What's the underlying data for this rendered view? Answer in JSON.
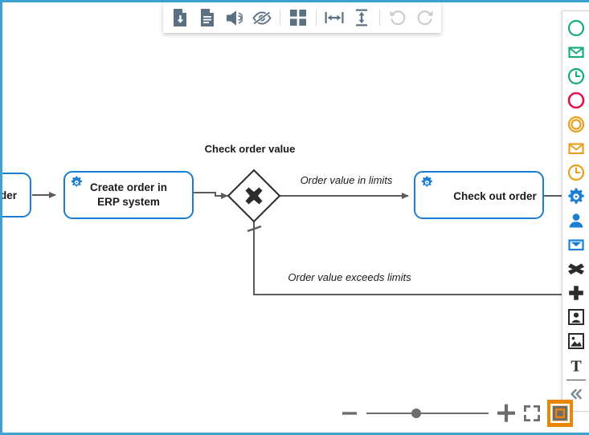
{
  "app": {
    "title": "BPMN Diagram Editor",
    "accent_blue": "#3da1d4",
    "highlight_orange": "#eb8605"
  },
  "toolbar": {
    "buttons": [
      {
        "name": "download-icon",
        "label": "Download",
        "disabled": false
      },
      {
        "name": "document-icon",
        "label": "Document",
        "disabled": false
      },
      {
        "name": "share-icon",
        "label": "Share",
        "disabled": false
      },
      {
        "name": "hide-icon",
        "label": "Hide",
        "disabled": false
      },
      {
        "name": "grid-icon",
        "label": "Grid",
        "disabled": false
      },
      {
        "name": "align-horizontal-icon",
        "label": "Align horizontally",
        "disabled": false
      },
      {
        "name": "align-vertical-icon",
        "label": "Align vertically",
        "disabled": false
      },
      {
        "name": "undo-icon",
        "label": "Undo",
        "disabled": true
      },
      {
        "name": "redo-icon",
        "label": "Redo",
        "disabled": true
      }
    ]
  },
  "palette": {
    "items": [
      {
        "name": "start-event-none-icon",
        "label": "Start event",
        "color": "#14ad7e"
      },
      {
        "name": "start-event-message-icon",
        "label": "Message start event",
        "color": "#14ad7e"
      },
      {
        "name": "start-event-timer-icon",
        "label": "Timer start event",
        "color": "#14ad7e"
      },
      {
        "name": "end-event-none-icon",
        "label": "End event",
        "color": "#e8104a"
      },
      {
        "name": "intermediate-event-icon",
        "label": "Intermediate event",
        "color": "#e8a01e"
      },
      {
        "name": "intermediate-message-icon",
        "label": "Message intermediate event",
        "color": "#e8a01e"
      },
      {
        "name": "intermediate-timer-icon",
        "label": "Timer intermediate event",
        "color": "#e8a01e"
      },
      {
        "name": "service-task-icon",
        "label": "Service task",
        "color": "#1a7fd4"
      },
      {
        "name": "user-task-icon",
        "label": "User task",
        "color": "#1a7fd4"
      },
      {
        "name": "message-task-icon",
        "label": "Message task",
        "color": "#1a7fd4"
      },
      {
        "name": "exclusive-gateway-icon",
        "label": "Exclusive gateway",
        "color": "#2b2b2b"
      },
      {
        "name": "parallel-gateway-icon",
        "label": "Parallel gateway",
        "color": "#2b2b2b"
      },
      {
        "name": "pool-icon",
        "label": "Pool / participant",
        "color": "#2b2b2b"
      },
      {
        "name": "image-icon",
        "label": "Image",
        "color": "#2b2b2b"
      },
      {
        "name": "text-annotation-icon",
        "label": "Text annotation",
        "color": "#2b2b2b"
      },
      {
        "name": "collapse-palette-icon",
        "label": "Collapse palette",
        "color": "#7a8c99"
      }
    ]
  },
  "zoom_controls": {
    "zoom_out_label": "−",
    "zoom_in_label": "+",
    "fullscreen_label": "Fit viewport",
    "reset_zoom_label": "Reset zoom",
    "slider_value": 35
  },
  "diagram": {
    "tasks": [
      {
        "id": "task-partial-left",
        "label": "der",
        "type": "service-task",
        "partial": true
      },
      {
        "id": "task-create-order",
        "label_line1": "Create order in",
        "label_line2": "ERP system",
        "type": "service-task",
        "partial": false
      },
      {
        "id": "task-check-out",
        "label_line1": "Check out order",
        "label_line2": "",
        "type": "service-task",
        "partial": false
      }
    ],
    "gateway": {
      "id": "gateway-check-order-value",
      "label": "Check order value",
      "type": "exclusive"
    },
    "flows": [
      {
        "id": "flow-in-limits",
        "label": "Order value in limits"
      },
      {
        "id": "flow-exceeds-limits",
        "label": "Order value exceeds limits"
      }
    ]
  }
}
